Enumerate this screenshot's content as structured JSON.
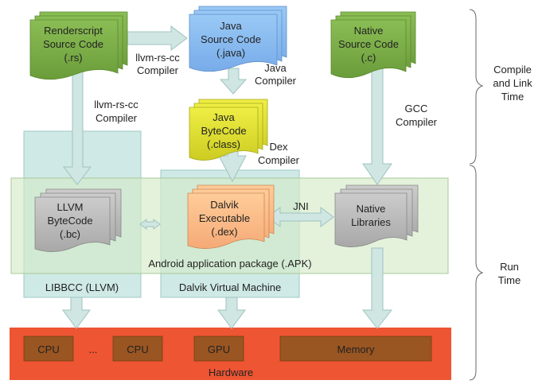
{
  "sources": {
    "renderscript": [
      "Renderscript",
      "Source Code",
      "(.rs)"
    ],
    "java": [
      "Java",
      "Source Code",
      "(.java)"
    ],
    "native": [
      "Native",
      "Source Code",
      "(.c)"
    ],
    "java_bytecode": [
      "Java",
      "ByteCode",
      "(.class)"
    ]
  },
  "compilers": {
    "llvm_top": [
      "llvm-rs-cc",
      "Compiler"
    ],
    "llvm_left": [
      "llvm-rs-cc",
      "Compiler"
    ],
    "java": [
      "Java",
      "Compiler"
    ],
    "dex": [
      "Dex",
      "Compiler"
    ],
    "gcc": [
      "GCC",
      "Compiler"
    ]
  },
  "runtime_docs": {
    "llvm": [
      "LLVM",
      "ByteCode",
      "(.bc)"
    ],
    "dalvik": [
      "Dalvik",
      "Executable",
      "(.dex)"
    ],
    "native_libs": [
      "Native",
      "Libraries"
    ]
  },
  "containers": {
    "libbcc": "LIBBCC (LLVM)",
    "dalvik_vm": "Dalvik Virtual Machine",
    "apk": "Android application package (.APK)",
    "jni": "JNI"
  },
  "hardware": {
    "label": "Hardware",
    "cpu1": "CPU",
    "ellipsis": "...",
    "cpu2": "CPU",
    "gpu": "GPU",
    "memory": "Memory"
  },
  "phases": {
    "compile": [
      "Compile",
      "and Link",
      "Time"
    ],
    "run": [
      "Run",
      "Time"
    ]
  },
  "colors": {
    "green_doc": "#77aa44",
    "blue_doc": "#88bbee",
    "yellow_doc": "#dddd33",
    "gray_doc": "#bbbbbb",
    "orange_doc": "#ffbb88",
    "arrow": "#cfe6e3",
    "hardware_bg": "#ee5533",
    "hardware_cell": "#995522"
  }
}
